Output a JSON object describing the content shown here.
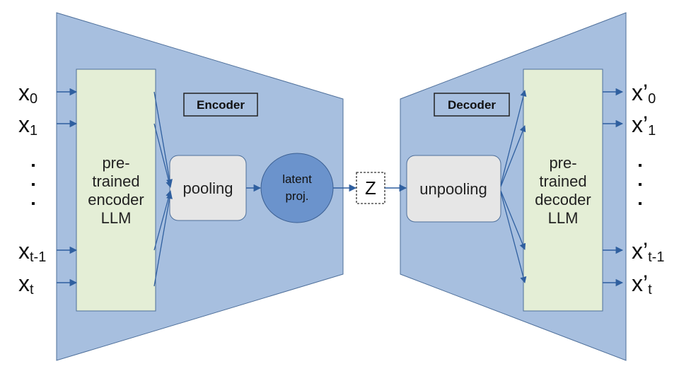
{
  "encoder": {
    "title": "Encoder",
    "llm_lines": [
      "pre-",
      "trained",
      "encoder",
      "LLM"
    ],
    "pooling": "pooling",
    "latent_lines": [
      "latent",
      "proj."
    ]
  },
  "latent": {
    "label": "Z"
  },
  "decoder": {
    "title": "Decoder",
    "unpooling": "unpooling",
    "llm_lines": [
      "pre-",
      "trained",
      "decoder",
      "LLM"
    ]
  },
  "inputs": [
    {
      "base": "x",
      "sub": "0"
    },
    {
      "base": "x",
      "sub": "1"
    },
    {
      "base": "x",
      "sub": "t-1"
    },
    {
      "base": "x",
      "sub": "t"
    }
  ],
  "outputs": [
    {
      "base": "x’",
      "sub": "0"
    },
    {
      "base": "x’",
      "sub": "1"
    },
    {
      "base": "x’",
      "sub": "t-1"
    },
    {
      "base": "x’",
      "sub": "t"
    }
  ],
  "colors": {
    "trapezoid": "#a7bfdf",
    "trapezoid_stroke": "#4e6f9a",
    "llm_box": "#e4eed6",
    "gray_box": "#e6e6e6",
    "latent_circle": "#6b93cc",
    "arrow": "#2f5f9f"
  }
}
